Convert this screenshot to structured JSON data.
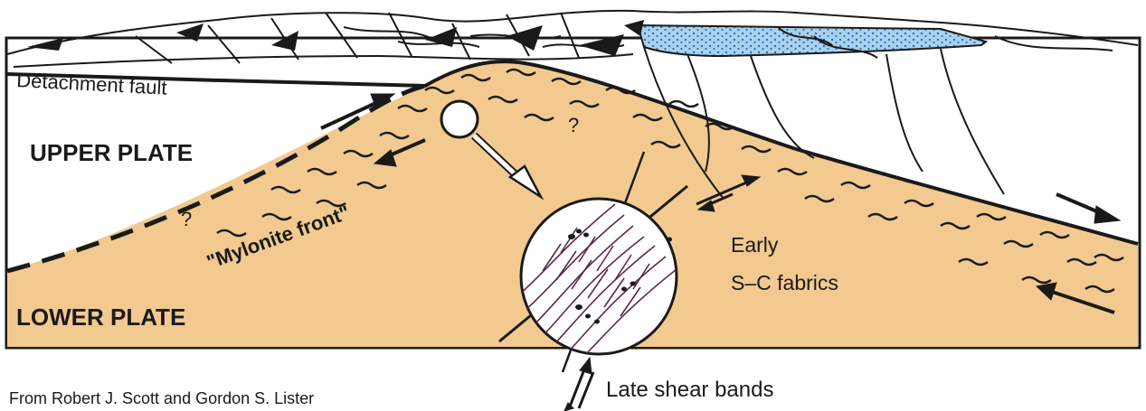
{
  "labels": {
    "detachment_fault": "Detachment fault",
    "upper_plate": "UPPER PLATE",
    "lower_plate": "LOWER PLATE",
    "mylonite_front": "\"Mylonite front\"",
    "question_mark": "?",
    "early_line1": "Early",
    "early_line2": "S–C fabrics",
    "late_shear_bands": "Late shear bands",
    "credit": "From Robert J. Scott and Gordon S. Lister"
  },
  "colors": {
    "lower_plate_fill": "#f2c98f",
    "sediment_fill": "#a9d2ee",
    "sediment_dots": "#2f6fb6",
    "ink": "#1a1a1a",
    "inset_fabric": "#5a2a4a"
  }
}
